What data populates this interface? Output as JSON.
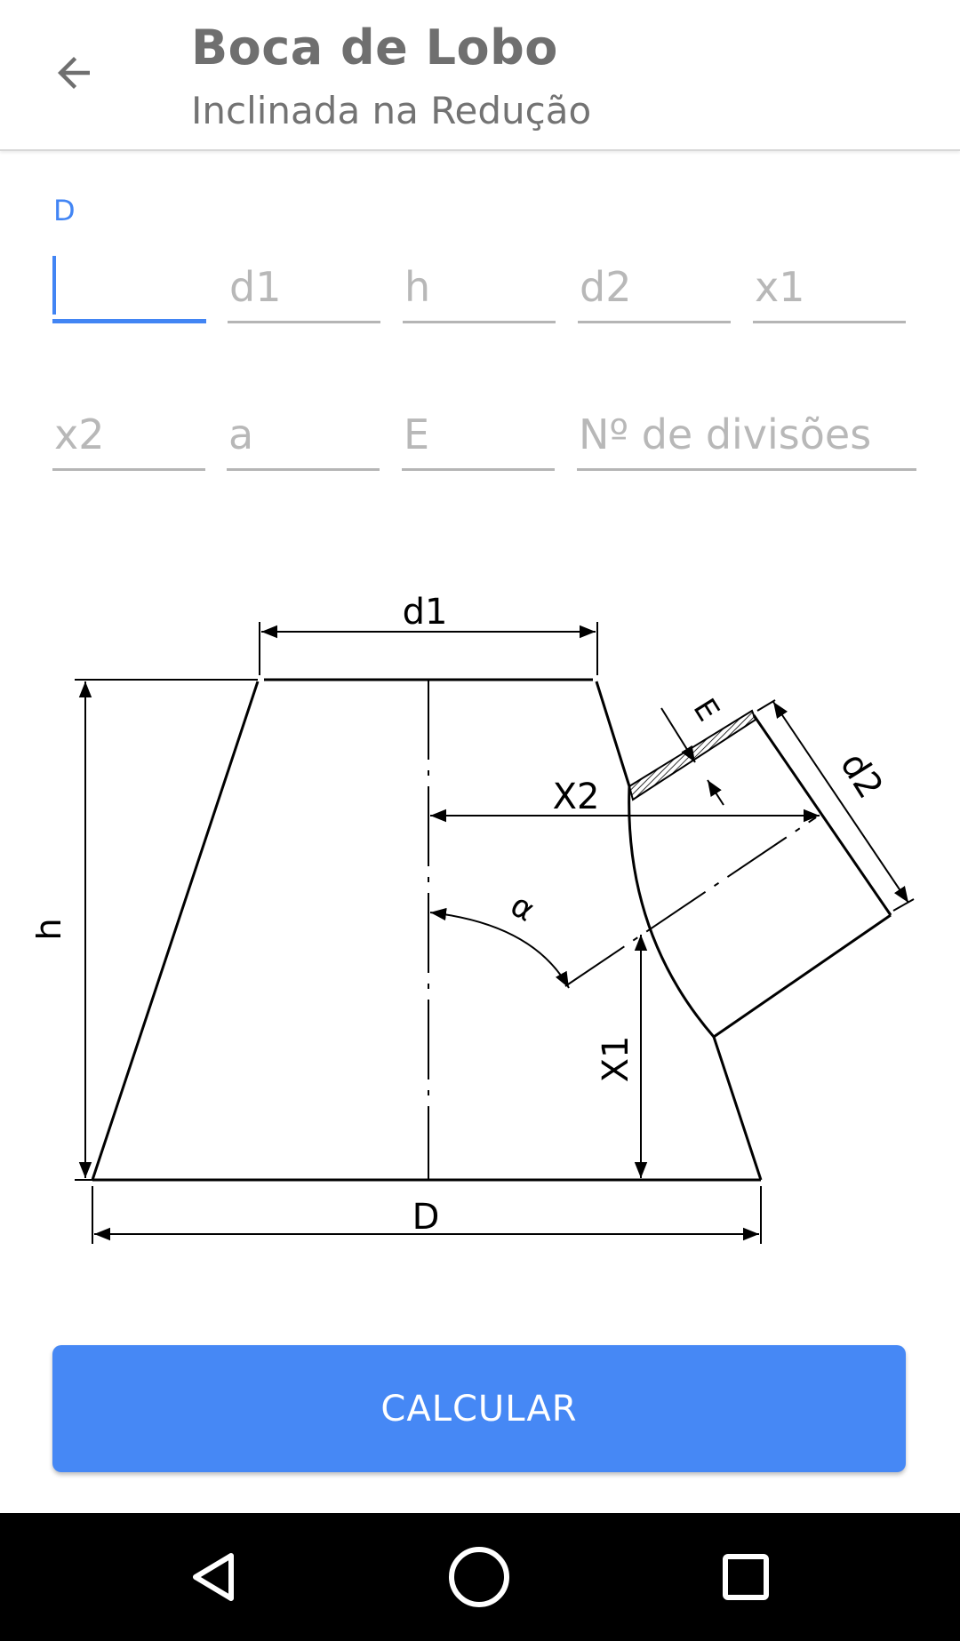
{
  "header": {
    "title": "Boca de Lobo",
    "subtitle": "Inclinada na Redução"
  },
  "form": {
    "focused_label": "D",
    "row1": [
      {
        "name": "D",
        "placeholder": "",
        "value": ""
      },
      {
        "name": "d1",
        "placeholder": "d1",
        "value": ""
      },
      {
        "name": "h",
        "placeholder": "h",
        "value": ""
      },
      {
        "name": "d2",
        "placeholder": "d2",
        "value": ""
      },
      {
        "name": "x1",
        "placeholder": "x1",
        "value": ""
      }
    ],
    "row2": [
      {
        "name": "x2",
        "placeholder": "x2",
        "value": ""
      },
      {
        "name": "a",
        "placeholder": "a",
        "value": ""
      },
      {
        "name": "E",
        "placeholder": "E",
        "value": ""
      },
      {
        "name": "divisoes",
        "placeholder": "Nº de divisões",
        "value": ""
      }
    ]
  },
  "diagram": {
    "labels": {
      "d1": "d1",
      "h": "h",
      "E": "E",
      "X2": "X2",
      "d2": "d2",
      "alpha": "α",
      "X1": "X1",
      "D": "D"
    }
  },
  "actions": {
    "calculate_label": "CALCULAR"
  },
  "colors": {
    "accent": "#4285f4",
    "button": "#4688f5",
    "navbar": "#000000"
  },
  "icons": {
    "back": "arrow-back-icon",
    "nav_back": "nav-back-icon",
    "nav_home": "nav-home-icon",
    "nav_recents": "nav-recents-icon"
  }
}
